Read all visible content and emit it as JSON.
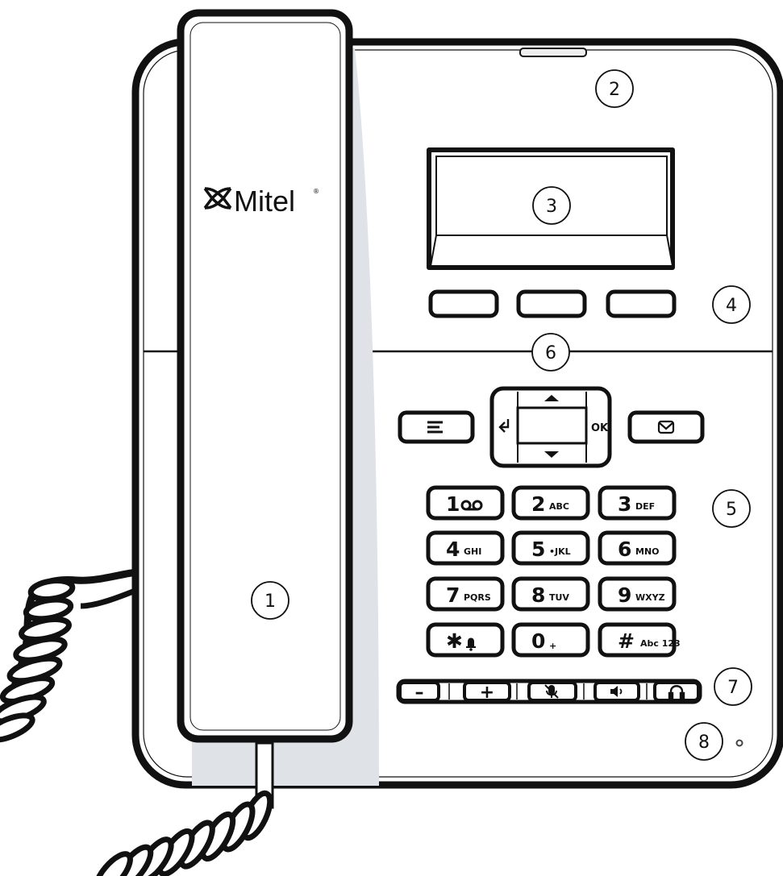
{
  "brand": {
    "logo_text": "Mitel",
    "trademark": "®"
  },
  "callouts": [
    "1",
    "2",
    "3",
    "4",
    "5",
    "6",
    "7",
    "8"
  ],
  "navigation": {
    "ok_label": "OK"
  },
  "keypad": [
    {
      "digit": "1",
      "sub": "",
      "icon": "voicemail-icon"
    },
    {
      "digit": "2",
      "sub": "ABC"
    },
    {
      "digit": "3",
      "sub": "DEF"
    },
    {
      "digit": "4",
      "sub": "GHI"
    },
    {
      "digit": "5",
      "sub": "•JKL"
    },
    {
      "digit": "6",
      "sub": "MNO"
    },
    {
      "digit": "7",
      "sub": "PQRS"
    },
    {
      "digit": "8",
      "sub": "TUV"
    },
    {
      "digit": "9",
      "sub": "WXYZ"
    },
    {
      "digit": "✱",
      "sub": "",
      "icon": "bell-icon"
    },
    {
      "digit": "0",
      "sub": "+"
    },
    {
      "digit": "#",
      "sub": "Abc 123"
    }
  ],
  "function_keys": {
    "volume_down": "–",
    "volume_up": "+",
    "mute_icon": "mute-microphone-icon",
    "speaker_icon": "speaker-icon",
    "headset_icon": "headset-icon"
  },
  "colors": {
    "outline": "#111111",
    "shadow": "#dfe3e8",
    "body": "#ffffff"
  }
}
